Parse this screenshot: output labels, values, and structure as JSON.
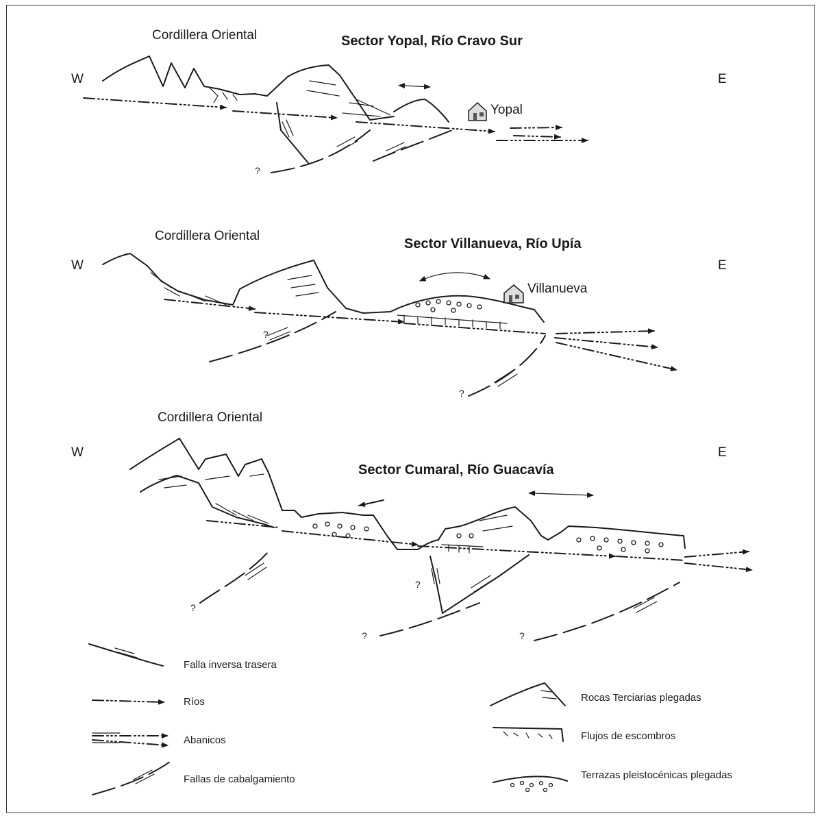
{
  "sections": [
    {
      "title": "Sector Yopal, Río Cravo Sur",
      "range_label": "Cordillera Oriental",
      "west": "W",
      "east": "E",
      "town": "Yopal",
      "unknown_marks": [
        "?"
      ]
    },
    {
      "title": "Sector Villanueva, Río Upía",
      "range_label": "Cordillera Oriental",
      "west": "W",
      "east": "E",
      "town": "Villanueva",
      "unknown_marks": [
        "?",
        "?"
      ]
    },
    {
      "title": "Sector Cumaral, Río Guacavía",
      "range_label": "Cordillera Oriental",
      "west": "W",
      "east": "E",
      "unknown_marks": [
        "?",
        "?",
        "?",
        "?"
      ]
    }
  ],
  "legend": {
    "left": [
      {
        "label": "Falla inversa trasera",
        "icon": "back-thrust-symbol"
      },
      {
        "label": "Ríos",
        "icon": "river-symbol"
      },
      {
        "label": "Abanicos",
        "icon": "alluvial-fan-symbol"
      },
      {
        "label": "Fallas de cabalgamiento",
        "icon": "thrust-fault-symbol"
      }
    ],
    "right": [
      {
        "label": "Rocas Terciarias plegadas",
        "icon": "folded-tertiary-rocks-symbol"
      },
      {
        "label": "Flujos de escombros",
        "icon": "debris-flow-symbol"
      },
      {
        "label": "Terrazas pleistocénicas plegadas",
        "icon": "folded-pleistocene-terraces-symbol"
      }
    ]
  },
  "colors": {
    "ink": "#1a1a1a",
    "frame": "#3a3a3a",
    "background": "#ffffff"
  }
}
